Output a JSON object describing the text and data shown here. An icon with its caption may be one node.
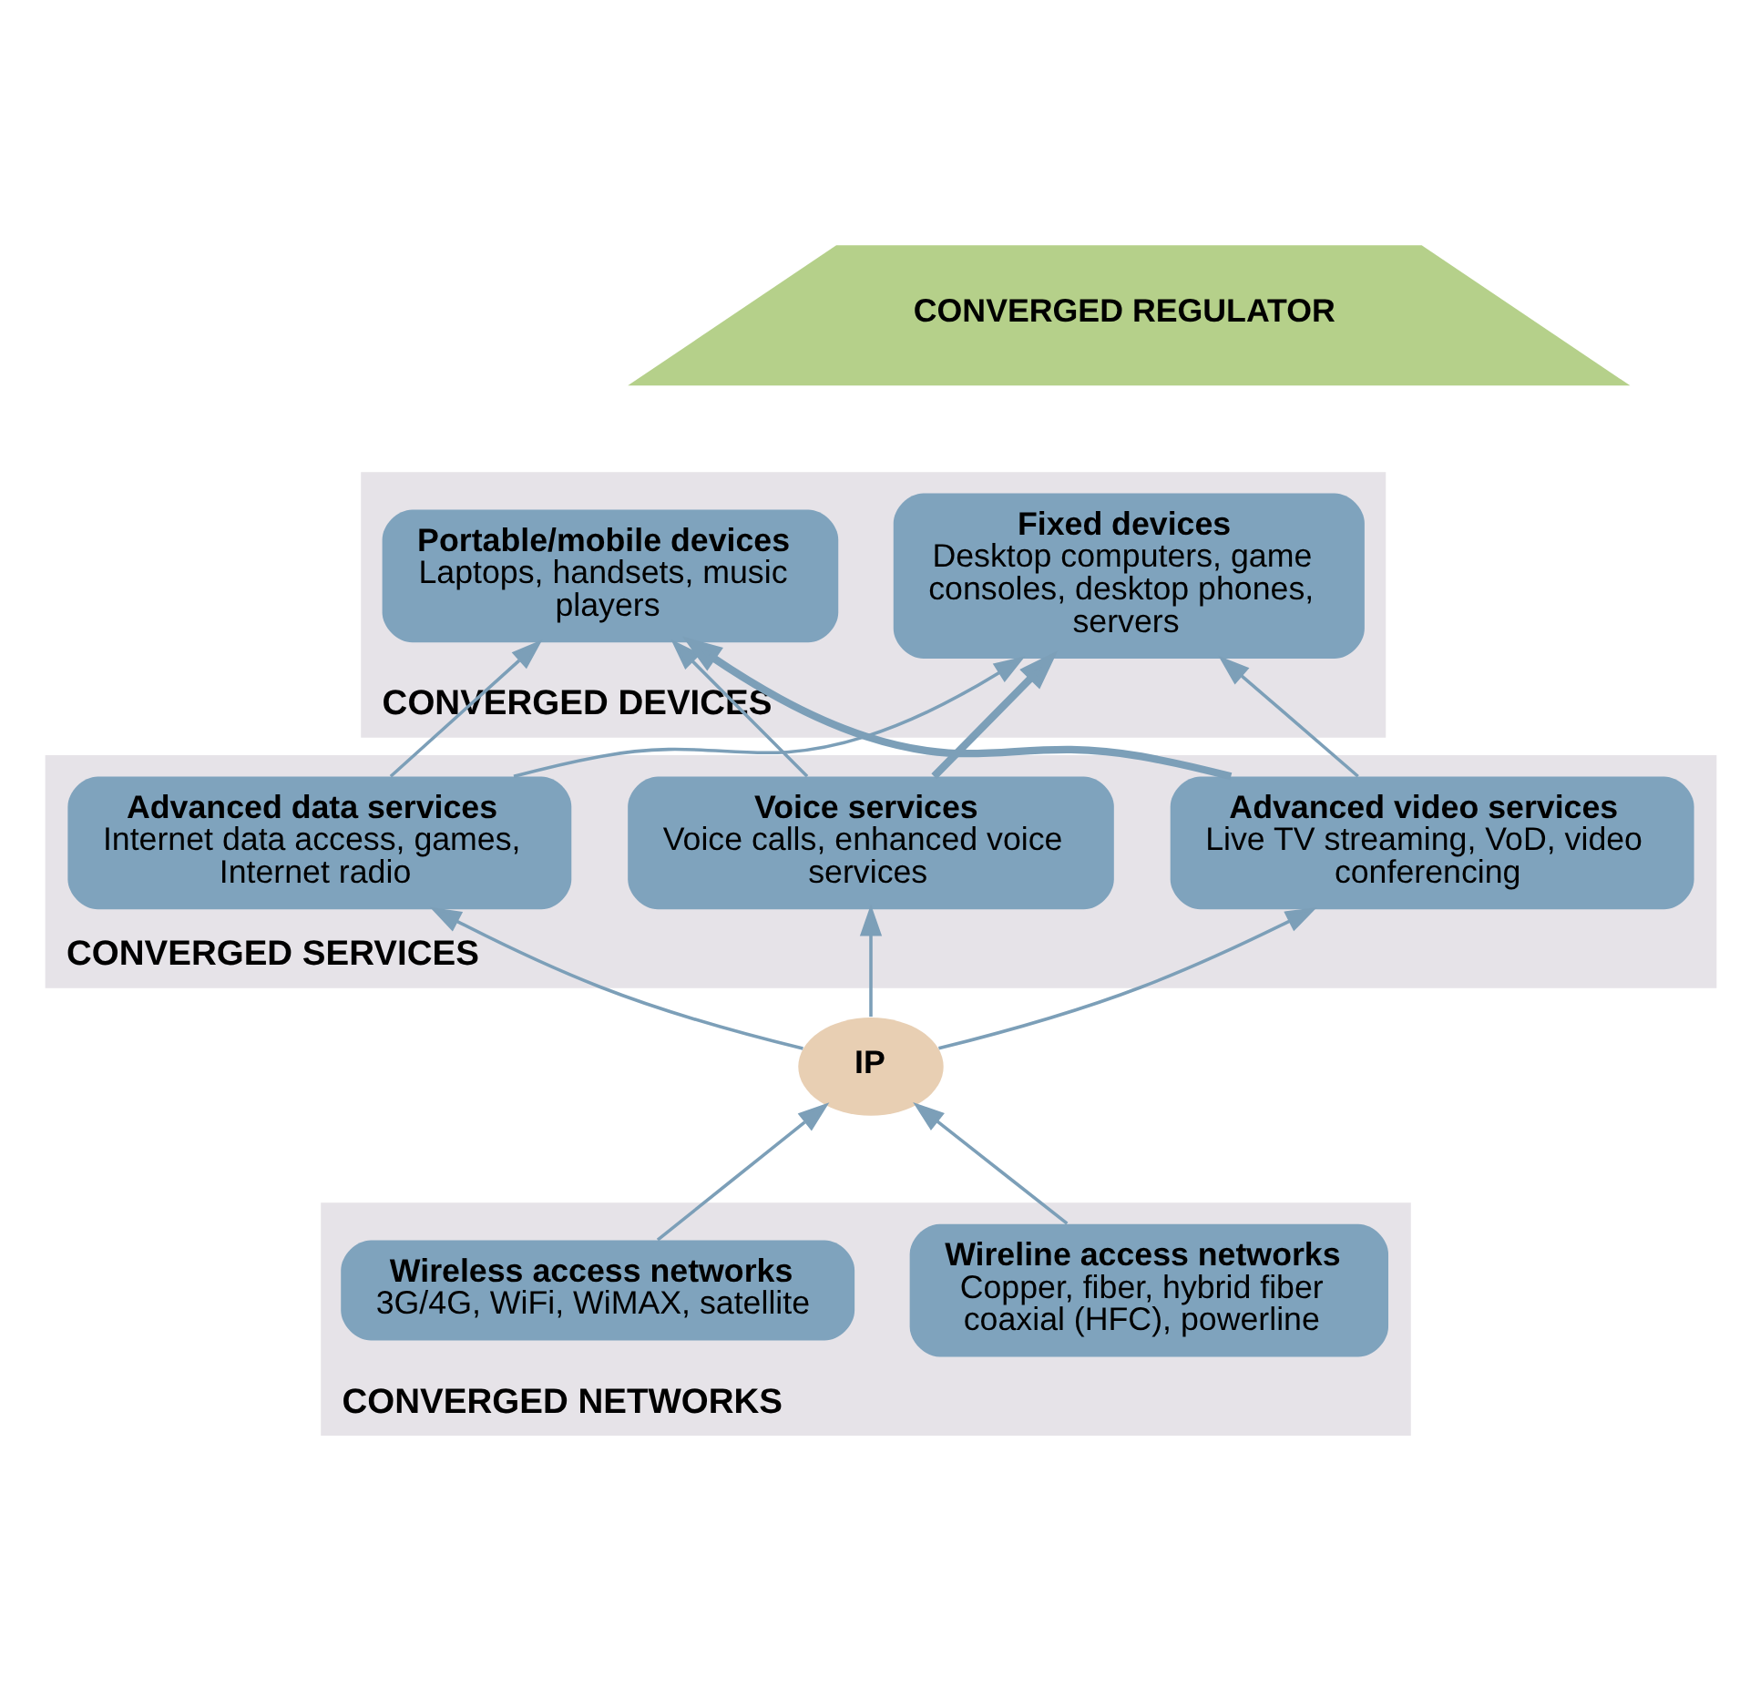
{
  "diagram": {
    "nodes": [
      {
        "text": [
          "CONVERGED REGULATOR"
        ]
      },
      {
        "text": [
          "CONVERGED DEVICES"
        ]
      },
      {
        "text": [
          "Fixed devices",
          "Desktop computers, game consoles, desktop phones, servers"
        ],
        "in": 1
      },
      {
        "text": [
          "Portable/mobile devices",
          "Laptops, handsets, music players"
        ],
        "in": 1
      },
      {
        "text": [
          "CONVERGED SERVICES"
        ]
      },
      {
        "text": [
          "Voice services",
          "Voice calls, enhanced voice services"
        ],
        "in": 4
      },
      {
        "text": [
          "Advanced data services",
          "Internet data access, games, Internet radio"
        ],
        "in": 4
      },
      {
        "text": [
          "Advanced video services",
          "Live TV streaming, VoD, video conferencing"
        ],
        "in": 4
      },
      {
        "text": [
          "IP"
        ]
      },
      {
        "text": [
          "CONVERGED NETWORKS"
        ]
      },
      {
        "text": [
          "Wireline access networks",
          "Copper, fiber, hybrid fiber coaxial (HFC), powerline"
        ],
        "in": 9
      },
      {
        "text": [
          "Wireless access networks",
          "3G/4G, WiFi, WiMAX, satellite"
        ],
        "in": 9
      }
    ],
    "edges": [
      {
        "from": 5,
        "to": 2,
        "arrow": "to",
        "style": "thick"
      },
      {
        "from": 5,
        "to": 3,
        "arrow": "to"
      },
      {
        "from": 6,
        "to": 2,
        "arrow": "to"
      },
      {
        "from": 6,
        "to": 3,
        "arrow": "to"
      },
      {
        "from": 7,
        "to": 2,
        "arrow": "to"
      },
      {
        "from": 7,
        "to": 3,
        "arrow": "to",
        "style": "thick"
      },
      {
        "from": 8,
        "to": 5,
        "arrow": "to"
      },
      {
        "from": 8,
        "to": 6,
        "arrow": "to"
      },
      {
        "from": 8,
        "to": 7,
        "arrow": "to"
      },
      {
        "from": 10,
        "to": 8,
        "arrow": "to"
      },
      {
        "from": 11,
        "to": 8,
        "arrow": "to"
      }
    ]
  }
}
